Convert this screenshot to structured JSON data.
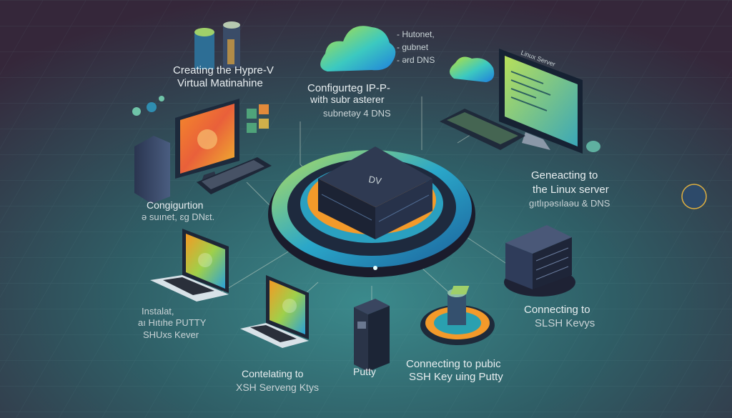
{
  "labels": {
    "hyperv_line1": "Creating the Hypre-V",
    "hyperv_line2": "Virtual Matinahine",
    "cloud_list_1": "- Hutonet,",
    "cloud_list_2": "- gubnet",
    "cloud_list_3": "- ərd DNS",
    "config_ip_1": "Configurteg IP-P-",
    "config_ip_2": "with subr asterer",
    "config_ip_3": "subnetəy 4 DNS",
    "linux_server_tag": "Linux Server",
    "server_box_tag": "DV",
    "gen_linux_1": "Geneacting to",
    "gen_linux_2": "the Linux server",
    "gen_linux_3": "gıtlıpəsılaəu & DNS",
    "config_subnet_1": "Congigurtion",
    "config_subnet_2": "ə suınet, ɛg DNɛt.",
    "install_1": "Instalat,",
    "install_2": "aı Hıtıhe PUTTY",
    "install_3": "SHUxs Kever",
    "contelating_1": "Contelating to",
    "contelating_2": "XSH Serveng Ktys",
    "putty": "Putty",
    "public_key_1": "Connecting to pubic",
    "public_key_2": "SSH Key uing Putty",
    "slsh_1": "Connecting to",
    "slsh_2": "SLSH Kevys"
  },
  "colors": {
    "bg_top": "#3a2a36",
    "bg_bottom": "#2e6b6e",
    "accent_orange": "#f39a2a",
    "accent_teal": "#3fc2c9",
    "accent_green": "#8fd35a"
  }
}
